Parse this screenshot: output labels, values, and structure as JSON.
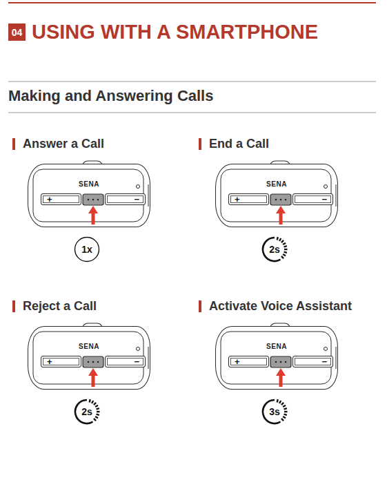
{
  "diagram": {
    "title": "USING WITH A SMARTPHONE",
    "nodes": [
      {
        "text": [
          "04"
        ]
      },
      {
        "text": [
          "SENA"
        ]
      },
      {
        "text": [
          "+"
        ],
        "in": 1
      },
      {
        "text": [
          "−"
        ],
        "in": 1
      },
      {
        "text": [
          "1x"
        ]
      },
      {
        "text": [
          "SENA"
        ]
      },
      {
        "text": [
          "+"
        ],
        "in": 5
      },
      {
        "text": [
          "−"
        ],
        "in": 5
      },
      {
        "text": [
          "2s"
        ]
      },
      {
        "text": [
          "SENA"
        ]
      },
      {
        "text": [
          "+"
        ],
        "in": 9
      },
      {
        "text": [
          "−"
        ],
        "in": 9
      },
      {
        "text": [
          "2s"
        ]
      },
      {
        "text": [
          "SENA"
        ]
      },
      {
        "text": [
          "+"
        ],
        "in": 13
      },
      {
        "text": [
          "−"
        ],
        "in": 13
      },
      {
        "text": [
          "3s"
        ]
      }
    ],
    "labels": [
      "Making and Answering Calls",
      "Answer a Call",
      "End a Call",
      "Reject a Call",
      "Activate Voice Assistant"
    ]
  }
}
